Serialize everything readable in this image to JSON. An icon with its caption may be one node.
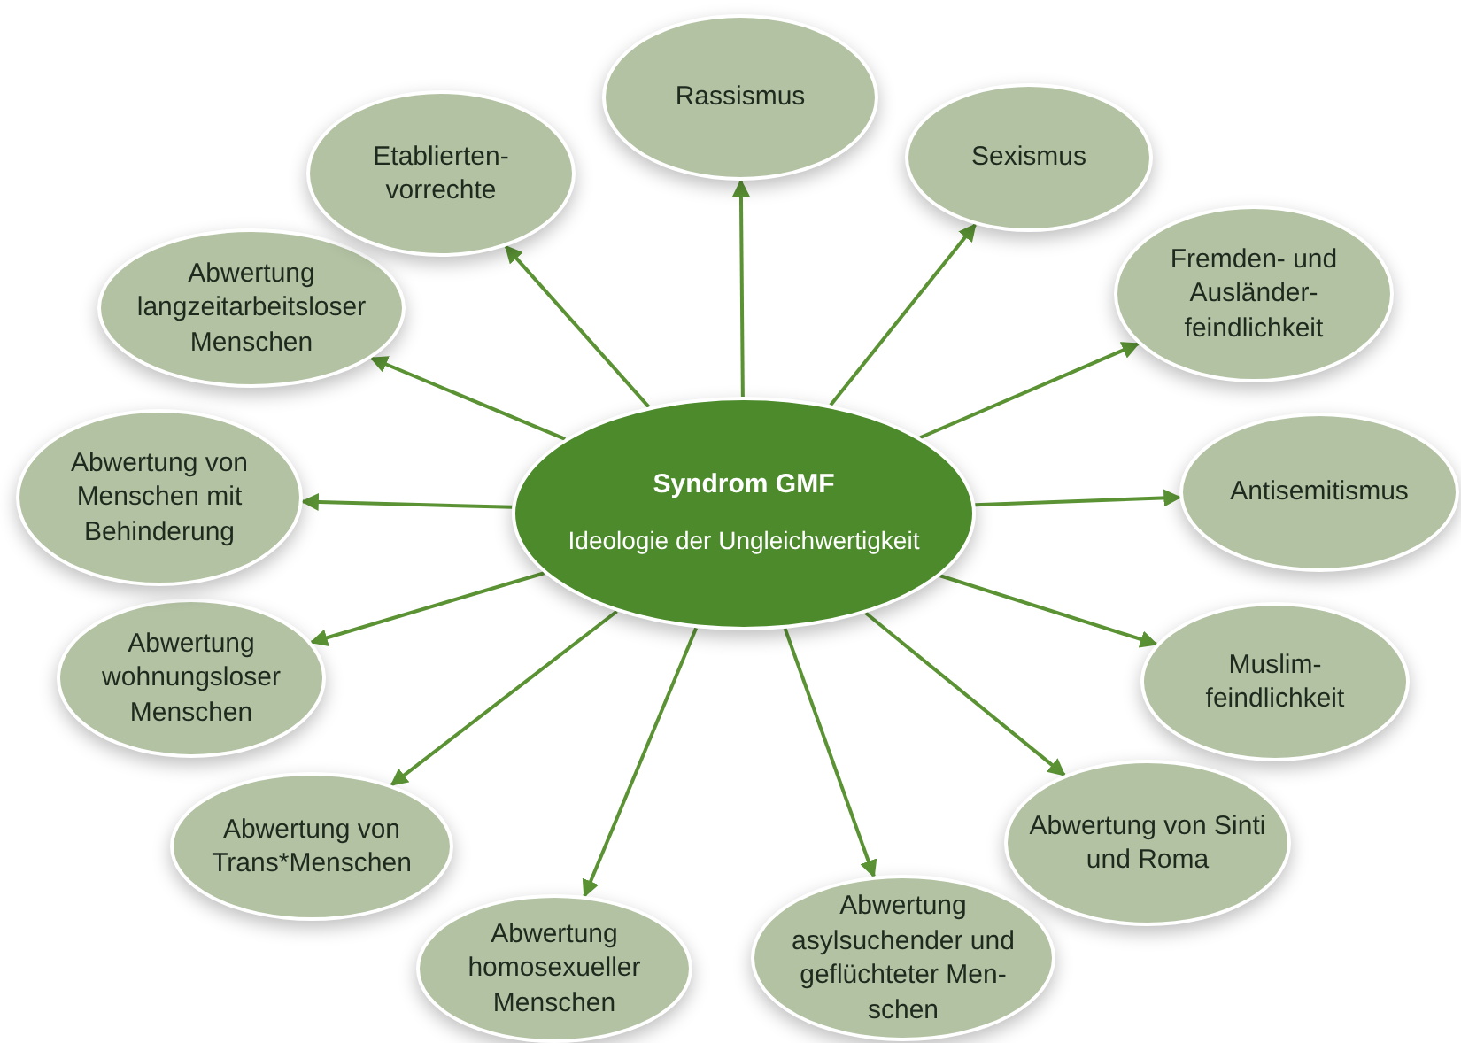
{
  "diagram": {
    "nodes": [
      {
        "text": [
          "Syndrom GMF",
          "Ideologie der Ungleichwertigkeit"
        ]
      },
      {
        "text": [
          "Rassismus"
        ]
      },
      {
        "text": [
          "Sexismus"
        ]
      },
      {
        "text": [
          "Fremden- und Ausländer- feindlichkeit"
        ]
      },
      {
        "text": [
          "Antisemitismus"
        ]
      },
      {
        "text": [
          "Muslim- feindlichkeit"
        ]
      },
      {
        "text": [
          "Abwertung von Sinti und Roma"
        ]
      },
      {
        "text": [
          "Abwertung asylsuchender und geflüchteter Men- schen"
        ]
      },
      {
        "text": [
          "Abwertung homosexueller Menschen"
        ]
      },
      {
        "text": [
          "Abwertung von Trans*Menschen"
        ]
      },
      {
        "text": [
          "Abwertung wohnungsloser Menschen"
        ]
      },
      {
        "text": [
          "Abwertung von Menschen mit Behinderung"
        ]
      },
      {
        "text": [
          "Abwertung langzeitarbeitsloser Menschen"
        ]
      },
      {
        "text": [
          "Etablierten- vorrechte"
        ]
      }
    ],
    "edges": [
      {
        "from": 0,
        "to": 1,
        "arrow": "to"
      },
      {
        "from": 0,
        "to": 2,
        "arrow": "to"
      },
      {
        "from": 0,
        "to": 3,
        "arrow": "to"
      },
      {
        "from": 0,
        "to": 4,
        "arrow": "to"
      },
      {
        "from": 0,
        "to": 5,
        "arrow": "to"
      },
      {
        "from": 0,
        "to": 6,
        "arrow": "to"
      },
      {
        "from": 0,
        "to": 7,
        "arrow": "to"
      },
      {
        "from": 0,
        "to": 8,
        "arrow": "to"
      },
      {
        "from": 0,
        "to": 9,
        "arrow": "to"
      },
      {
        "from": 0,
        "to": 10,
        "arrow": "to"
      },
      {
        "from": 0,
        "to": 11,
        "arrow": "to"
      },
      {
        "from": 0,
        "to": 12,
        "arrow": "to"
      },
      {
        "from": 0,
        "to": 13,
        "arrow": "to"
      }
    ]
  }
}
